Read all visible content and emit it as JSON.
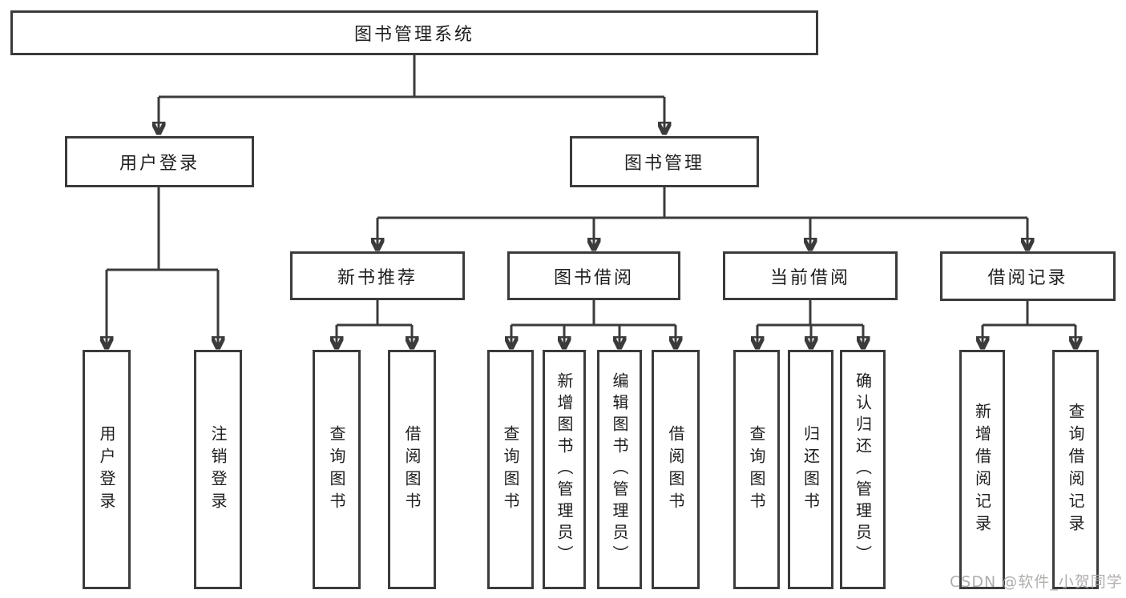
{
  "tree": {
    "label": "图书管理系统",
    "children": [
      {
        "label": "用户登录",
        "children": [
          {
            "label": "用户登录"
          },
          {
            "label": "注销登录"
          }
        ]
      },
      {
        "label": "图书管理",
        "children": [
          {
            "label": "新书推荐",
            "children": [
              {
                "label": "查询图书"
              },
              {
                "label": "借阅图书"
              }
            ]
          },
          {
            "label": "图书借阅",
            "children": [
              {
                "label": "查询图书"
              },
              {
                "label": "新增图书（管理员）"
              },
              {
                "label": "编辑图书（管理员）"
              },
              {
                "label": "借阅图书"
              }
            ]
          },
          {
            "label": "当前借阅",
            "children": [
              {
                "label": "查询图书"
              },
              {
                "label": "归还图书"
              },
              {
                "label": "确认归还（管理员）"
              }
            ]
          },
          {
            "label": "借阅记录",
            "children": [
              {
                "label": "新增借阅记录"
              },
              {
                "label": "查询借阅记录"
              }
            ]
          }
        ]
      }
    ]
  },
  "watermark": {
    "text": "CSDN @软件_小贺同学"
  },
  "colors": {
    "line": "#3b3b3b",
    "text": "#1e1e1e",
    "watermark": "#a8a6a4",
    "background": "#ffffff"
  }
}
